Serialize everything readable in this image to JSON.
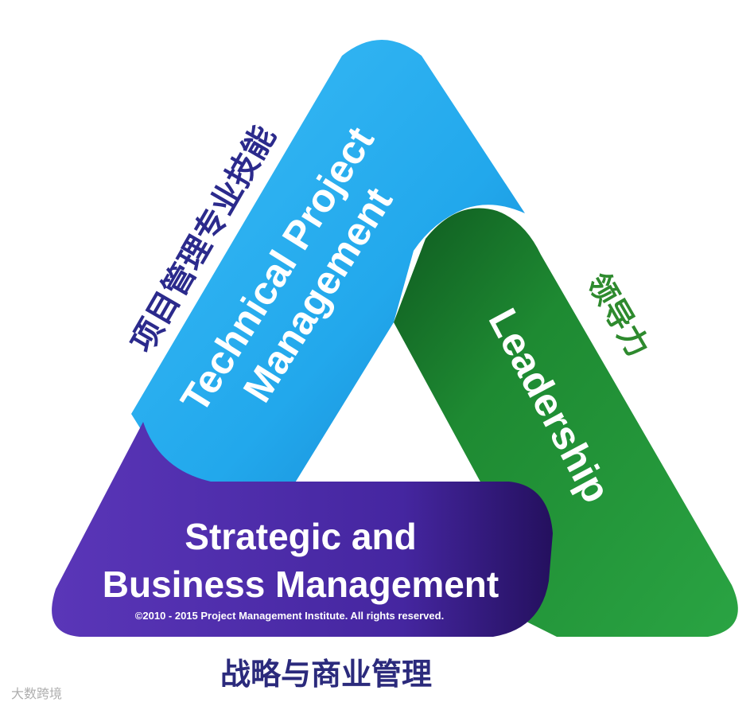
{
  "sides": {
    "technical": {
      "label_line1": "Technical Project",
      "label_line2": "Management",
      "cn_label": "项目管理专业技能"
    },
    "leadership": {
      "label": "Leadership",
      "cn_label": "领导力"
    },
    "strategic": {
      "label_line1": "Strategic and",
      "label_line2": "Business Management",
      "cn_label": "战略与商业管理"
    }
  },
  "copyright": "©2010 - 2015 Project Management Institute. All rights reserved.",
  "watermark": "大数跨境",
  "colors": {
    "technical": "#22a8ec",
    "technical_dark": "#1580c8",
    "leadership": "#249a3a",
    "leadership_dark": "#0f5a20",
    "strategic": "#4a2aa8",
    "strategic_dark": "#2a1470",
    "cn_technical": "#2b2a8c",
    "cn_leadership": "#2e8a2e",
    "cn_strategic": "#2b2a7c"
  }
}
